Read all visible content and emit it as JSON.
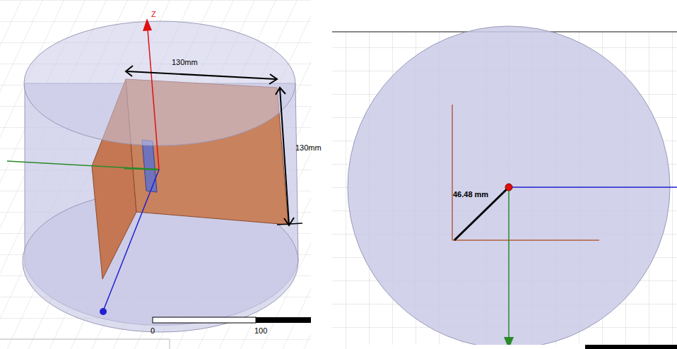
{
  "diagram": {
    "labels": [
      "130mm",
      "130mm",
      "Z",
      "0",
      "100",
      "46.48 mm"
    ]
  }
}
